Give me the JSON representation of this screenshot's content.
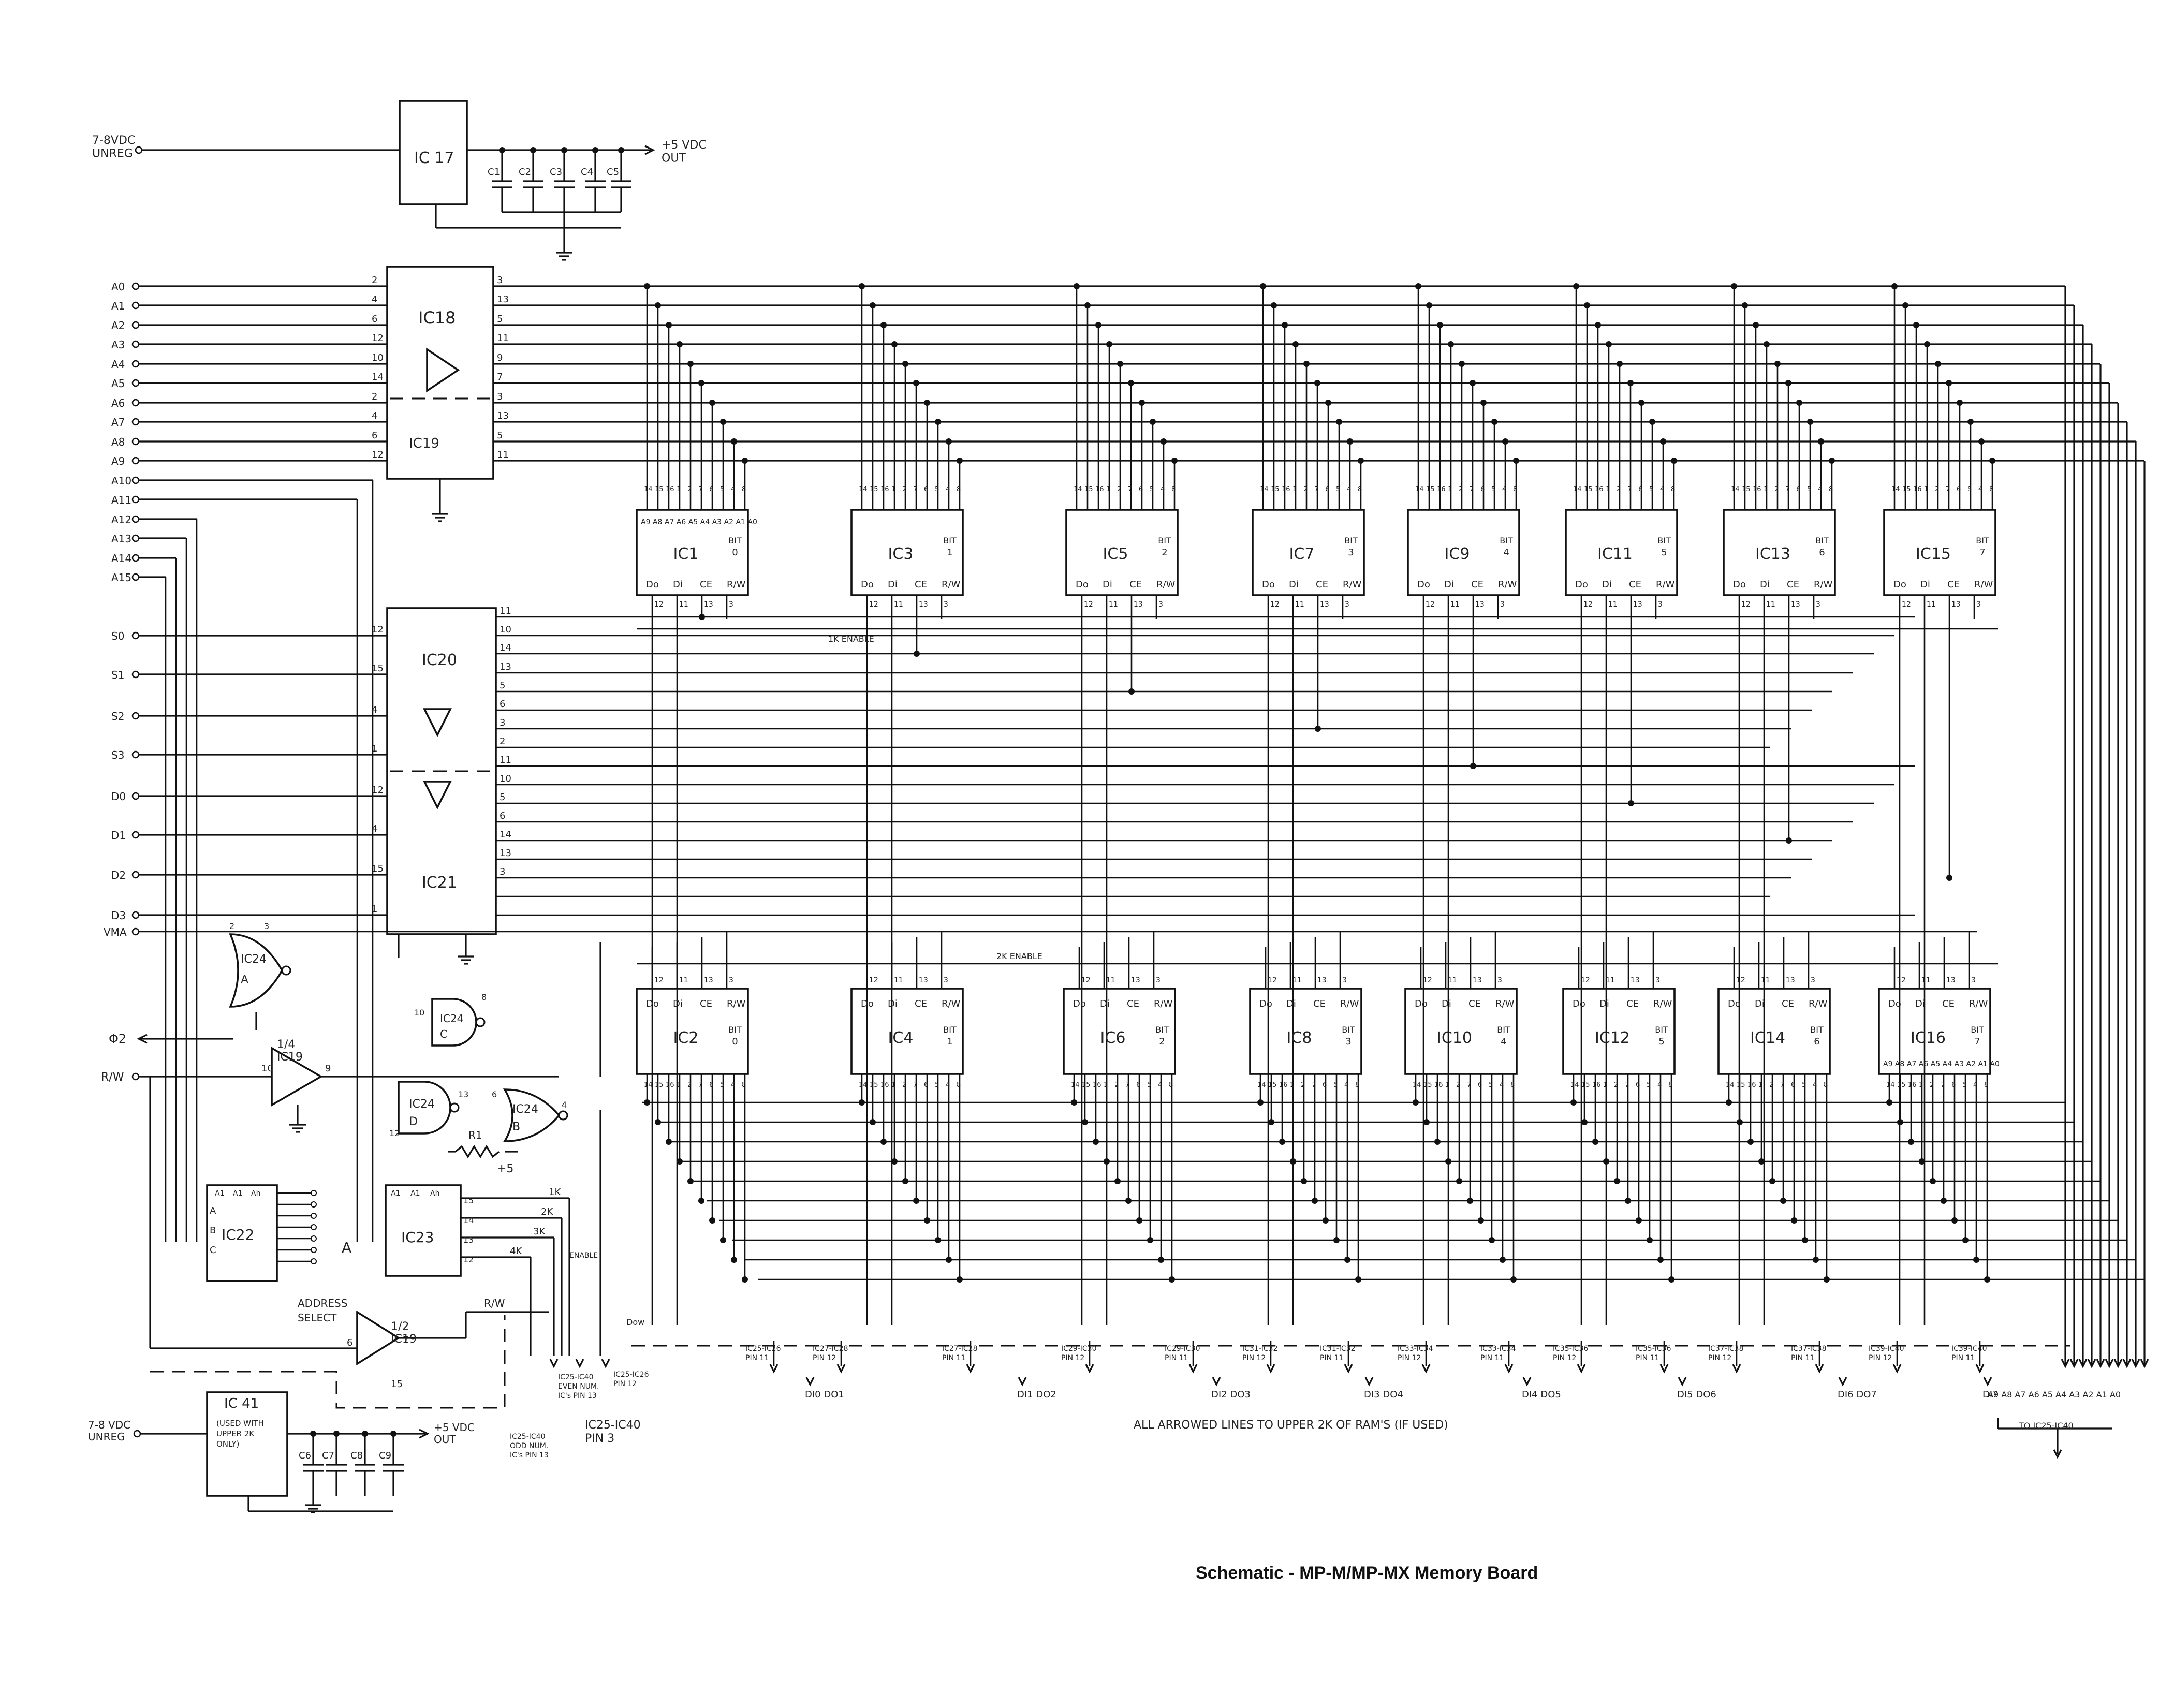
{
  "caption": "Schematic - MP-M/MP-MX Memory Board",
  "power_top": {
    "regulator": "IC 17",
    "input": [
      "7-8VDC",
      "UNREG"
    ],
    "output": [
      "+5 VDC",
      "OUT"
    ],
    "caps": [
      "C1",
      "C2",
      "C3",
      "C4",
      "C5"
    ]
  },
  "power_bottom": {
    "regulator": "IC 41",
    "note": [
      "(USED WITH",
      "UPPER 2K",
      "ONLY)"
    ],
    "input": [
      "7-8 VDC",
      "UNREG"
    ],
    "output": [
      "+5 VDC",
      "OUT"
    ],
    "caps": [
      "C6",
      "C7",
      "C8",
      "C9"
    ]
  },
  "address_inputs": [
    "A0",
    "A1",
    "A2",
    "A3",
    "A4",
    "A5",
    "A6",
    "A7",
    "A8",
    "A9",
    "A10",
    "A11",
    "A12",
    "A13",
    "A14",
    "A15"
  ],
  "select_inputs": [
    "S0",
    "S1",
    "S2",
    "S3",
    "D0",
    "D1",
    "D2",
    "D3",
    "VMA"
  ],
  "buffer_ics": {
    "ic18": "IC18",
    "ic19": "IC19",
    "ic20": "IC20",
    "ic21": "IC21",
    "ic18_left_pins": [
      "2",
      "4",
      "6",
      "12",
      "10",
      "14",
      "2",
      "4",
      "6",
      "12",
      "14"
    ],
    "ic18_right_pins": [
      "3",
      "13",
      "5",
      "11",
      "9",
      "7",
      "3",
      "13",
      "5",
      "11",
      "11"
    ],
    "ic20_left_pins": [
      "12",
      "15",
      "4",
      "1",
      "12",
      "4",
      "15",
      "1"
    ],
    "ic20_right_pins": [
      "11",
      "10",
      "14",
      "13",
      "5",
      "6",
      "3",
      "2",
      "11",
      "10",
      "5",
      "6",
      "14",
      "13",
      "3"
    ]
  },
  "ram_top": [
    {
      "name": "IC1",
      "bit": "0"
    },
    {
      "name": "IC3",
      "bit": "1"
    },
    {
      "name": "IC5",
      "bit": "2"
    },
    {
      "name": "IC7",
      "bit": "3"
    },
    {
      "name": "IC9",
      "bit": "4"
    },
    {
      "name": "IC11",
      "bit": "5"
    },
    {
      "name": "IC13",
      "bit": "6"
    },
    {
      "name": "IC15",
      "bit": "7"
    }
  ],
  "ram_bottom": [
    {
      "name": "IC2",
      "bit": "0"
    },
    {
      "name": "IC4",
      "bit": "1"
    },
    {
      "name": "IC6",
      "bit": "2"
    },
    {
      "name": "IC8",
      "bit": "3"
    },
    {
      "name": "IC10",
      "bit": "4"
    },
    {
      "name": "IC12",
      "bit": "5"
    },
    {
      "name": "IC14",
      "bit": "6"
    },
    {
      "name": "IC16",
      "bit": "7"
    }
  ],
  "ram_common": {
    "bit_label": "BIT",
    "addr_pins": [
      "14",
      "15",
      "16",
      "1",
      "2",
      "7",
      "6",
      "5",
      "4",
      "8"
    ],
    "ctl_pins": [
      "12",
      "11",
      "13",
      "3"
    ],
    "ctl_labels": [
      "Do",
      "Di",
      "CE",
      "R/W"
    ],
    "addr_row": "A9 A8 A7 A6 A5 A4 A3 A2 A1 A0"
  },
  "enables": {
    "one_k": "1K ENABLE",
    "two_k": "2K ENABLE"
  },
  "logic": {
    "ic24a": [
      "IC24",
      "A"
    ],
    "ic24b": [
      "IC24",
      "B"
    ],
    "ic24c": [
      "IC24",
      "C"
    ],
    "ic24d": [
      "IC24",
      "D"
    ],
    "ic19_mid": "IC19",
    "ic19_low": "IC19",
    "ic22": "IC22",
    "ic23": "IC23",
    "phi2": "Φ2",
    "rw": "R/W",
    "address_select": [
      "ADDRESS",
      "SELECT"
    ],
    "jumper_a": "A",
    "r1": "R1",
    "plus5": "+5",
    "outputs": [
      "1K",
      "2K",
      "3K",
      "4K"
    ],
    "enable": "ENABLE",
    "dow": "Dow",
    "rw_bottom": "R/W"
  },
  "bottom_notes": [
    {
      "text": [
        "IC25-IC40",
        "EVEN NUM.",
        "IC's PIN 13"
      ]
    },
    {
      "text": [
        "IC25-IC26",
        "PIN 12"
      ]
    },
    {
      "text": [
        "IC25-IC40",
        "ODD NUM.",
        "IC's PIN 13"
      ]
    },
    {
      "text": [
        "IC25-IC40",
        "PIN 3"
      ]
    }
  ],
  "bus_notes": [
    {
      "text": [
        "IC25-IC26",
        "PIN 11"
      ]
    },
    {
      "text": [
        "IC27-IC28",
        "PIN 12"
      ]
    },
    {
      "text": [
        "IC27-IC28",
        "PIN 11"
      ]
    },
    {
      "text": [
        "IC29-IC30",
        "PIN 12"
      ]
    },
    {
      "text": [
        "IC29-IC30",
        "PIN 11"
      ]
    },
    {
      "text": [
        "IC31-IC32",
        "PIN 12"
      ]
    },
    {
      "text": [
        "IC31-IC32",
        "PIN 11"
      ]
    },
    {
      "text": [
        "IC33-IC34",
        "PIN 12"
      ]
    },
    {
      "text": [
        "IC33-IC34",
        "PIN 11"
      ]
    },
    {
      "text": [
        "IC35-IC36",
        "PIN 12"
      ]
    },
    {
      "text": [
        "IC35-IC36",
        "PIN 11"
      ]
    },
    {
      "text": [
        "IC37-IC38",
        "PIN 12"
      ]
    },
    {
      "text": [
        "IC37-IC38",
        "PIN 11"
      ]
    },
    {
      "text": [
        "IC39-IC40",
        "PIN 12"
      ]
    },
    {
      "text": [
        "IC39-IC40",
        "PIN 11"
      ]
    }
  ],
  "data_labels": [
    "DI0 DO1",
    "DI1 DO2",
    "DI2 DO3",
    "DI3 DO4",
    "DI4 DO5",
    "DI5 DO6",
    "DI6 DO7",
    "DI7"
  ],
  "address_out": "A9 A8 A7 A6 A5 A4 A3 A2 A1 A0",
  "to_upper": "TO IC25-IC40",
  "all_arrowed": "ALL ARROWED LINES TO UPPER 2K OF RAM'S (IF USED)"
}
